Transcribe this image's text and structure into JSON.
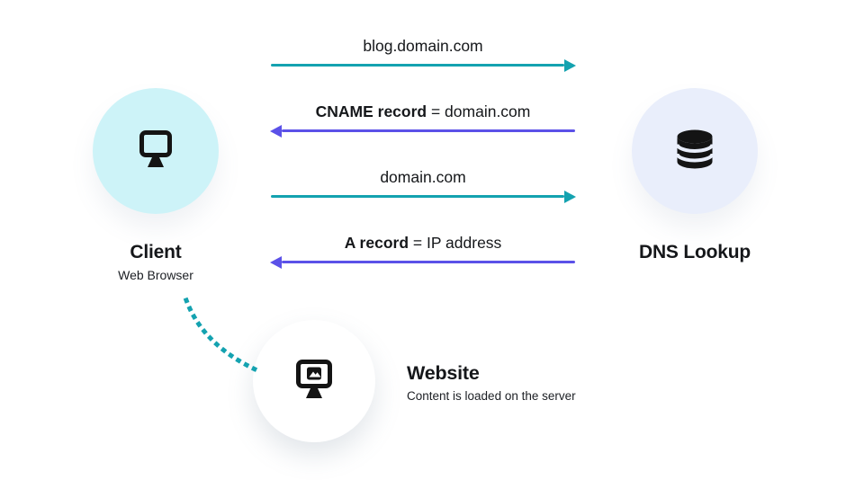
{
  "colors": {
    "teal": "#14A2B0",
    "purple": "#5B51E8",
    "client_circle": "#CDF3F8",
    "dns_circle": "#E9EEFB",
    "website_circle": "#FFFFFF",
    "text": "#15171A"
  },
  "nodes": {
    "client": {
      "title": "Client",
      "subtitle": "Web Browser",
      "icon": "monitor-icon"
    },
    "dns": {
      "title": "DNS Lookup",
      "icon": "database-icon"
    },
    "website": {
      "title": "Website",
      "subtitle": "Content is loaded on the server",
      "icon": "monitor-photo-icon"
    }
  },
  "arrows": [
    {
      "bold": "",
      "text": "blog.domain.com",
      "direction": "right",
      "color": "teal"
    },
    {
      "bold": "CNAME record",
      "text": " = domain.com",
      "direction": "left",
      "color": "purple"
    },
    {
      "bold": "",
      "text": "domain.com",
      "direction": "right",
      "color": "teal"
    },
    {
      "bold": "A record",
      "text": " = IP address",
      "direction": "left",
      "color": "purple"
    }
  ],
  "connections": [
    {
      "from": "client",
      "to": "website",
      "style": "dotted",
      "color": "teal"
    }
  ]
}
